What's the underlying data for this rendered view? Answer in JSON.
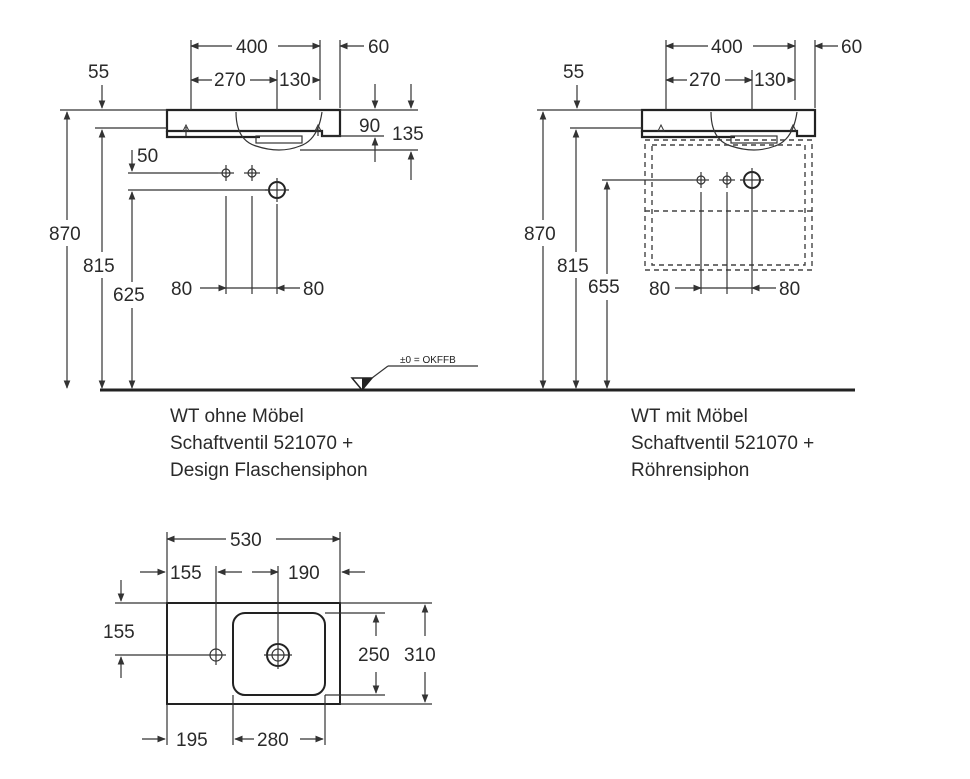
{
  "left_view": {
    "dims": {
      "width_400": "400",
      "d60": "60",
      "d55": "55",
      "d270": "270",
      "d130": "130",
      "d90": "90",
      "d135": "135",
      "d50": "50",
      "h870": "870",
      "h815": "815",
      "h625": "625",
      "d80a": "80",
      "d80b": "80"
    },
    "caption": [
      "WT ohne Möbel",
      "Schaftventil 521070 +",
      "Design Flaschensiphon"
    ]
  },
  "right_view": {
    "dims": {
      "width_400": "400",
      "d60": "60",
      "d55": "55",
      "d270": "270",
      "d130": "130",
      "h870": "870",
      "h815": "815",
      "h655": "655",
      "d80a": "80",
      "d80b": "80"
    },
    "caption": [
      "WT mit Möbel",
      "Schaftventil 521070 +",
      "Röhrensiphon"
    ]
  },
  "floor_label": "±0 = OKFFB",
  "top_view": {
    "dims": {
      "w530": "530",
      "d155": "155",
      "d190": "190",
      "v155": "155",
      "h250": "250",
      "h310": "310",
      "d195": "195",
      "d280": "280"
    }
  }
}
